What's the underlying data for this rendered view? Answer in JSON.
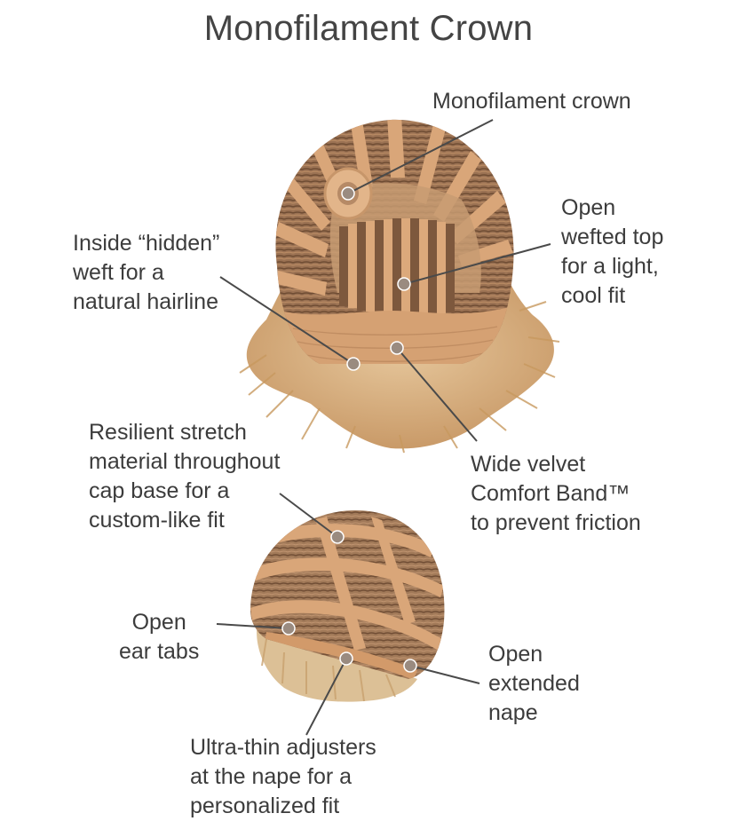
{
  "title": "Monofilament Crown",
  "colors": {
    "cap_tan": "#d9a679",
    "cap_dark": "#8e6548",
    "hair_blonde": "#d8b384",
    "leader": "#4a4a4a"
  },
  "callouts": {
    "mono_crown": [
      "Monofilament crown"
    ],
    "open_wefted": [
      "Open",
      "wefted top",
      "for a light,",
      "cool fit"
    ],
    "hidden_weft": [
      "Inside “hidden”",
      "weft for a",
      "natural hairline"
    ],
    "comfort_band": [
      "Wide velvet",
      "Comfort Band™",
      "to prevent friction"
    ],
    "stretch": [
      "Resilient stretch",
      "material throughout",
      "cap base for a",
      "custom-like fit"
    ],
    "ear_tabs": [
      "Open",
      "ear tabs"
    ],
    "nape": [
      "Open",
      "extended",
      "nape"
    ],
    "adjusters": [
      "Ultra-thin adjusters",
      "at the nape for a",
      "personalized fit"
    ]
  }
}
